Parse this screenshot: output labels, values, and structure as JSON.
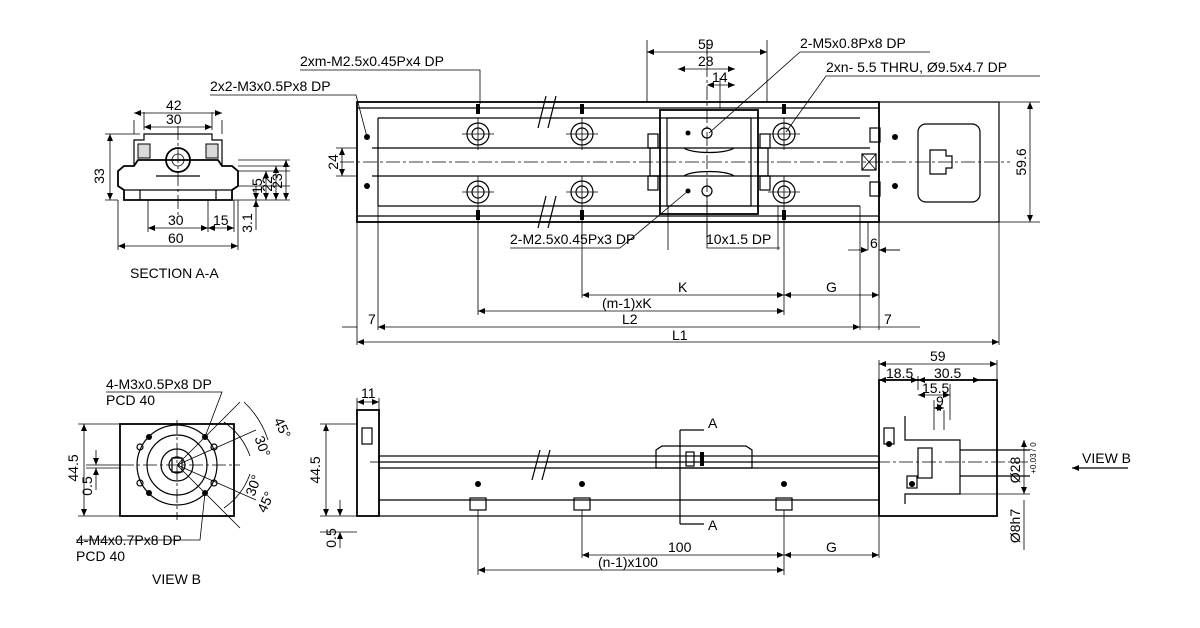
{
  "labels": {
    "section_title": "SECTION A-A",
    "view_b_title": "VIEW B",
    "view_b_arrow": "VIEW B",
    "sec_w42": "42",
    "sec_w30": "30",
    "sec_h33": "33",
    "sec_h15": "15",
    "sec_h22": "22",
    "sec_h23": "23",
    "sec_h31": "3.1",
    "sec_b30": "30",
    "sec_b15": "15",
    "sec_b60": "60",
    "top_note_m25x4": "2xm-M2.5x0.45Px4 DP",
    "top_note_m3x8": "2x2-M3x0.5Px8 DP",
    "top_note_m5": "2-M5x0.8Px8 DP",
    "top_note_thru": "2xn- 5.5 THRU, Ø9.5x4.7 DP",
    "top_note_m25x3": "2-M2.5x0.45Px3 DP",
    "top_note_10x15": "10x1.5 DP",
    "top_59": "59",
    "top_28": "28",
    "top_14": "14",
    "top_24": "24",
    "top_596": "59.6",
    "top_6": "6",
    "top_K": "K",
    "top_G": "G",
    "top_m1K": "(m-1)xK",
    "top_L2": "L2",
    "top_L1": "L1",
    "top_7a": "7",
    "top_7b": "7",
    "vb_m3": "4-M3x0.5Px8 DP",
    "vb_pcd40a": "PCD 40",
    "vb_m4": "4-M4x0.7Px8 DP",
    "vb_pcd40b": "PCD 40",
    "vb_445": "44.5",
    "vb_05": "0.5",
    "vb_45a": "45°",
    "vb_30a": "30°",
    "vb_30b": "30°",
    "vb_45b": "45°",
    "side_11": "11",
    "side_445": "44.5",
    "side_05": "0.5",
    "side_A1": "A",
    "side_A2": "A",
    "side_100": "100",
    "side_G": "G",
    "side_n1": "(n-1)x100",
    "side_59": "59",
    "side_185": "18.5",
    "side_305": "30.5",
    "side_155": "15.5",
    "side_9": "9",
    "side_d28": "Ø28",
    "side_d28tol": "+0.03 / 0",
    "side_d8": "Ø8h7"
  }
}
